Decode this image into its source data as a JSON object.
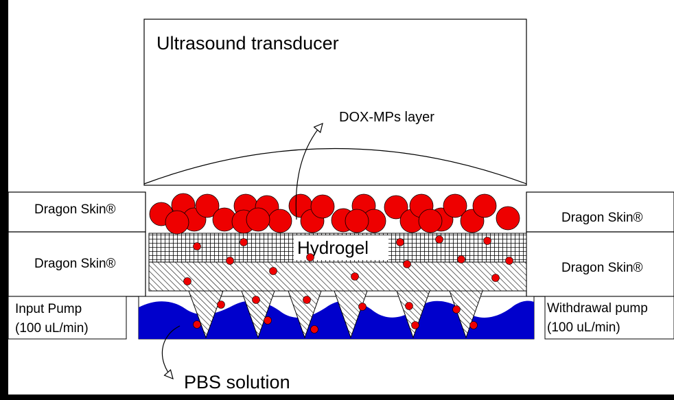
{
  "labels": {
    "transducer": "Ultrasound transducer",
    "dox_layer": "DOX-MPs layer",
    "skin_left_top": "Dragon Skin®",
    "skin_left_bottom": "Dragon Skin®",
    "skin_right_top": "Dragon Skin®",
    "skin_right_bottom": "Dragon Skin®",
    "hydrogel": "Hydrogel",
    "input_pump_line1": "Input Pump",
    "input_pump_line2": "(100 uL/min)",
    "withdrawal_pump_line1": "Withdrawal pump",
    "withdrawal_pump_line2": "(100 uL/min)",
    "pbs": "PBS solution"
  },
  "colors": {
    "background": "#000000",
    "panel": "#ffffff",
    "microparticle_red": "#ee0000",
    "pbs_blue": "#0000cc",
    "outline": "#000000"
  }
}
